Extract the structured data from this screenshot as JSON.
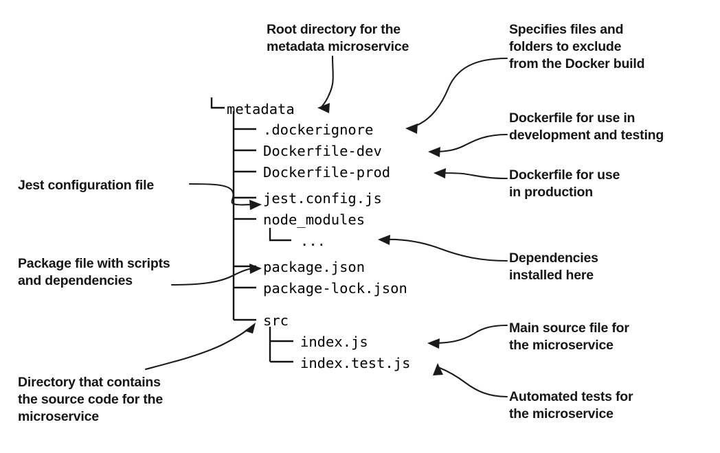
{
  "figure": {
    "kind": "directory-tree-diagram",
    "background_color": "#ffffff",
    "text_color": "#000000",
    "callout_color": "#151515",
    "line_color": "#1a1a1a"
  },
  "tree": {
    "root_connector": "└─",
    "branch_connector": "──",
    "nodes": [
      {
        "name": "metadata",
        "text": "metadata"
      },
      {
        "name": "dockerignore",
        "text": ".dockerignore"
      },
      {
        "name": "dockerfile-dev",
        "text": "Dockerfile-dev"
      },
      {
        "name": "dockerfile-prod",
        "text": "Dockerfile-prod"
      },
      {
        "name": "jest-config",
        "text": "jest.config.js"
      },
      {
        "name": "node-modules",
        "text": "node_modules"
      },
      {
        "name": "node-modules-ellipsis",
        "text": "..."
      },
      {
        "name": "package-json",
        "text": "package.json"
      },
      {
        "name": "package-lock-json",
        "text": "package-lock.json"
      },
      {
        "name": "src",
        "text": "src"
      },
      {
        "name": "index-js",
        "text": "index.js"
      },
      {
        "name": "index-test-js",
        "text": "index.test.js"
      }
    ]
  },
  "callouts": [
    {
      "name": "callout-root-directory",
      "text": "Root directory for the\nmetadata microservice",
      "target": "metadata"
    },
    {
      "name": "callout-dockerignore",
      "text": "Specifies files and\nfolders to exclude\nfrom the Docker build",
      "target": ".dockerignore"
    },
    {
      "name": "callout-dockerfile-dev",
      "text": "Dockerfile for use in\ndevelopment and testing",
      "target": "Dockerfile-dev"
    },
    {
      "name": "callout-dockerfile-prod",
      "text": "Dockerfile for use\nin production",
      "target": "Dockerfile-prod"
    },
    {
      "name": "callout-jest-config",
      "text": "Jest configuration file",
      "target": "jest.config.js"
    },
    {
      "name": "callout-dependencies",
      "text": "Dependencies\ninstalled here",
      "target": "..."
    },
    {
      "name": "callout-package-json",
      "text": "Package file with scripts\nand dependencies",
      "target": "package.json"
    },
    {
      "name": "callout-src",
      "text": "Directory that contains\nthe source code for the\nmicroservice",
      "target": "src"
    },
    {
      "name": "callout-index-js",
      "text": "Main source file for\nthe microservice",
      "target": "index.js"
    },
    {
      "name": "callout-index-test-js",
      "text": "Automated tests for\nthe microservice",
      "target": "index.test.js"
    }
  ]
}
